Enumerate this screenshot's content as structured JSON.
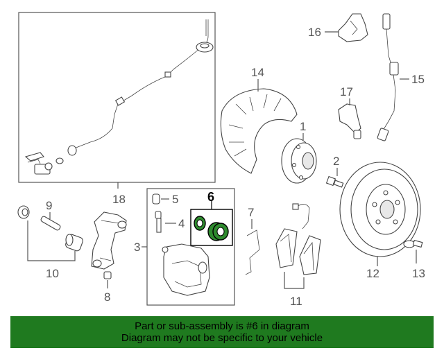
{
  "callouts": {
    "c1": "1",
    "c2": "2",
    "c3": "3",
    "c4": "4",
    "c5": "5",
    "c6": "6",
    "c7": "7",
    "c8": "8",
    "c9": "9",
    "c10": "10",
    "c11": "11",
    "c12": "12",
    "c13": "13",
    "c14": "14",
    "c15": "15",
    "c16": "16",
    "c17": "17",
    "c18": "18"
  },
  "highlighted_part": "6",
  "colors": {
    "highlight": "#2e8b2e",
    "banner": "#1f7a1f",
    "line": "#555555"
  },
  "banner": {
    "line1": "Part or sub-assembly is #6 in diagram",
    "line2": "Diagram may not be specific to your vehicle"
  }
}
